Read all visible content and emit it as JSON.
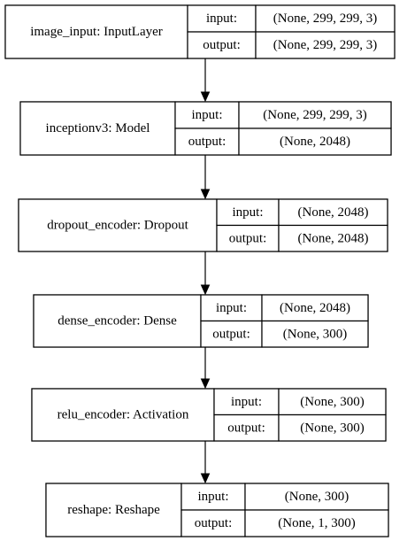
{
  "diagram": {
    "field_labels": {
      "input": "input:",
      "output": "output:"
    },
    "nodes": [
      {
        "id": "image_input",
        "label": "image_input: InputLayer",
        "input": "(None, 299, 299, 3)",
        "output": "(None, 299, 299, 3)"
      },
      {
        "id": "inceptionv3",
        "label": "inceptionv3: Model",
        "input": "(None, 299, 299, 3)",
        "output": "(None, 2048)"
      },
      {
        "id": "dropout_encoder",
        "label": "dropout_encoder: Dropout",
        "input": "(None, 2048)",
        "output": "(None, 2048)"
      },
      {
        "id": "dense_encoder",
        "label": "dense_encoder: Dense",
        "input": "(None, 2048)",
        "output": "(None, 300)"
      },
      {
        "id": "relu_encoder",
        "label": "relu_encoder: Activation",
        "input": "(None, 300)",
        "output": "(None, 300)"
      },
      {
        "id": "reshape",
        "label": "reshape: Reshape",
        "input": "(None, 300)",
        "output": "(None, 1, 300)"
      }
    ],
    "edges": [
      [
        "image_input",
        "inceptionv3"
      ],
      [
        "inceptionv3",
        "dropout_encoder"
      ],
      [
        "dropout_encoder",
        "dense_encoder"
      ],
      [
        "dense_encoder",
        "relu_encoder"
      ],
      [
        "relu_encoder",
        "reshape"
      ]
    ]
  }
}
